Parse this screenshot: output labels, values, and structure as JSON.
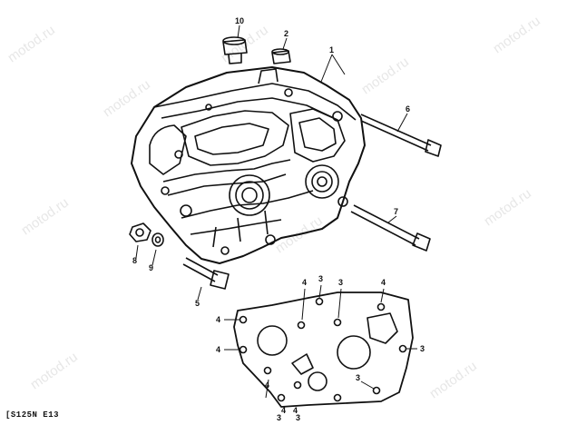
{
  "watermark": "motod.ru",
  "diagram_code": "[S125N E13",
  "callouts": {
    "c1": "1",
    "c2": "2",
    "c3": "3",
    "c4": "4",
    "c5": "5",
    "c6": "6",
    "c7": "7",
    "c8": "8",
    "c9": "9",
    "c10": "10"
  }
}
